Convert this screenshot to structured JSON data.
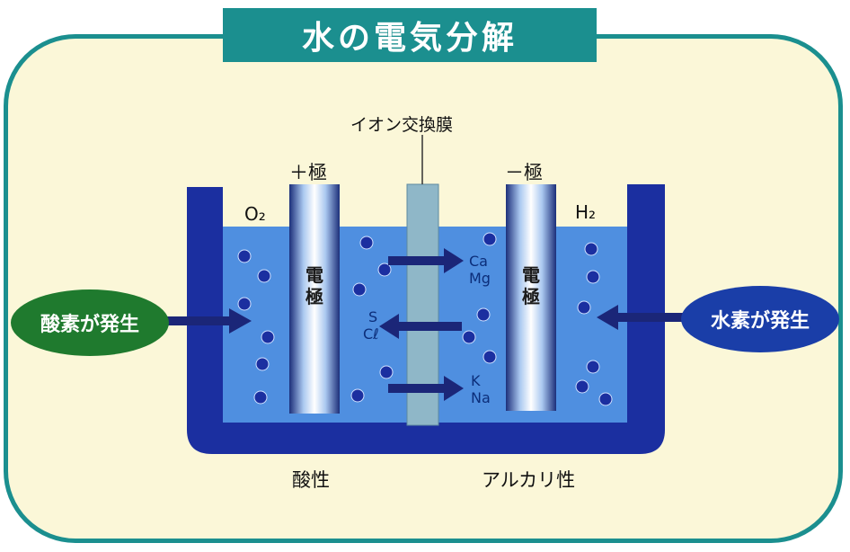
{
  "title": "水の電気分解",
  "labels": {
    "membrane": "イオン交換膜",
    "anode": "＋極",
    "cathode": "－極",
    "o2": "O₂",
    "h2": "H₂",
    "acidic": "酸性",
    "alkaline": "アルカリ性",
    "electrode_text": "電極"
  },
  "badges": {
    "oxygen": "酸素が発生",
    "hydrogen": "水素が発生"
  },
  "ions": {
    "right_top": [
      "Ca",
      "Mg"
    ],
    "left_mid": [
      "S",
      "Cℓ"
    ],
    "right_bottom": [
      "K",
      "Na"
    ]
  },
  "colors": {
    "frame": "#1b8f8f",
    "tank": "#1b2fa0",
    "water": "#4f8fe0",
    "oxygen_badge": "#1f7a2e",
    "hydrogen_badge": "#1a3ea8"
  }
}
